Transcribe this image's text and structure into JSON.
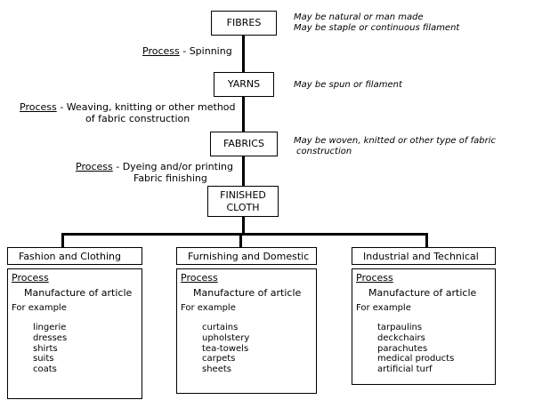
{
  "flow": {
    "fibres": {
      "label": "FIBRES",
      "note1": "May be natural or man made",
      "note2": "May be staple or continuous filament"
    },
    "process1": {
      "underlined": "Process",
      "rest": " - Spinning"
    },
    "yarns": {
      "label": "YARNS",
      "note1": "May be spun or filament"
    },
    "process2": {
      "underlined": "Process",
      "rest": " - Weaving, knitting or other method",
      "line2": "of fabric construction"
    },
    "fabrics": {
      "label": "FABRICS",
      "note1": "May be woven, knitted or other type of fabric",
      "note2": "construction"
    },
    "process3": {
      "underlined": "Process",
      "rest": " - Dyeing and/or printing",
      "line2": "Fabric finishing"
    },
    "finished_cloth": {
      "line1": "FINISHED",
      "line2": "CLOTH"
    }
  },
  "branches": [
    {
      "title": "Fashion and Clothing",
      "process_label": "Process",
      "subtitle": "Manufacture of article",
      "for_example": "For example",
      "examples": [
        "lingerie",
        "dresses",
        "shirts",
        "suits",
        "coats"
      ]
    },
    {
      "title": "Furnishing and Domestic",
      "process_label": "Process",
      "subtitle": "Manufacture of article",
      "for_example": "For example",
      "examples": [
        "curtains",
        "upholstery",
        "tea-towels",
        "carpets",
        "sheets"
      ]
    },
    {
      "title": "Industrial and Technical",
      "process_label": "Process",
      "subtitle": "Manufacture of article",
      "for_example": "For example",
      "examples": [
        "tarpaulins",
        "deckchairs",
        "parachutes",
        "medical products",
        "artificial turf"
      ]
    }
  ]
}
